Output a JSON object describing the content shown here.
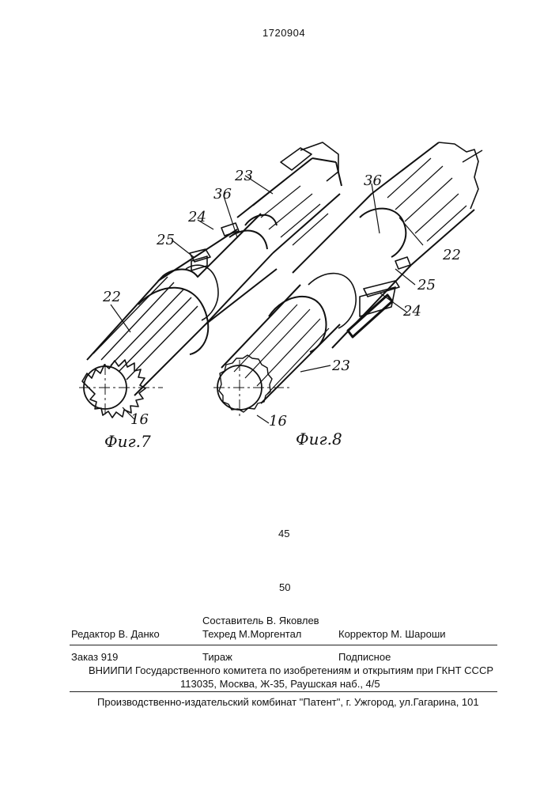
{
  "patent_number": "1720904",
  "figures": [
    {
      "caption": "Фиг.7",
      "labels": {
        "shaft": "22",
        "key": "23",
        "part_24": "24",
        "part_25": "25",
        "ring": "36",
        "center": "16"
      }
    },
    {
      "caption": "Фиг.8",
      "labels": {
        "shaft": "22",
        "key": "23",
        "part_24": "24",
        "part_25": "25",
        "ring": "36",
        "center": "16"
      }
    }
  ],
  "line_numbers": [
    "45",
    "50"
  ],
  "imprint": {
    "compiler": "Составитель  В. Яковлев",
    "editor": "Редактор  В. Данко",
    "techred": "Техред М.Моргентал",
    "corrector": "Корректор  М. Шароши",
    "order": "Заказ  919",
    "circulation": "Тираж",
    "subscription": "Подписное",
    "institute": "ВНИИПИ Государственного комитета по изобретениям и открытиям при ГКНТ СССР",
    "address": "113035, Москва, Ж-35, Раушская наб., 4/5",
    "publisher": "Производственно-издательский комбинат \"Патент\", г. Ужгород, ул.Гагарина, 101"
  }
}
